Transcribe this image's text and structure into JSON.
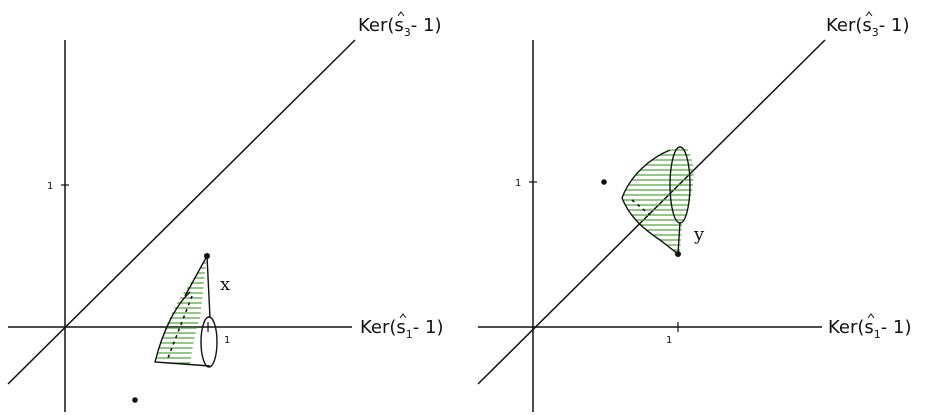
{
  "axis_labels": {
    "ker_s3_pre": "Ker(",
    "ker_s3_hat": "s",
    "ker_s3_sub": "3",
    "ker_s3_post": "- 1)",
    "ker_s1_pre": "Ker(",
    "ker_s1_hat": "s",
    "ker_s1_sub": "1",
    "ker_s1_post": "- 1)"
  },
  "tick_one": "1",
  "point_left": "x",
  "point_right": "y",
  "colors": {
    "hatch": "#4fa83a",
    "ink": "#111111"
  }
}
